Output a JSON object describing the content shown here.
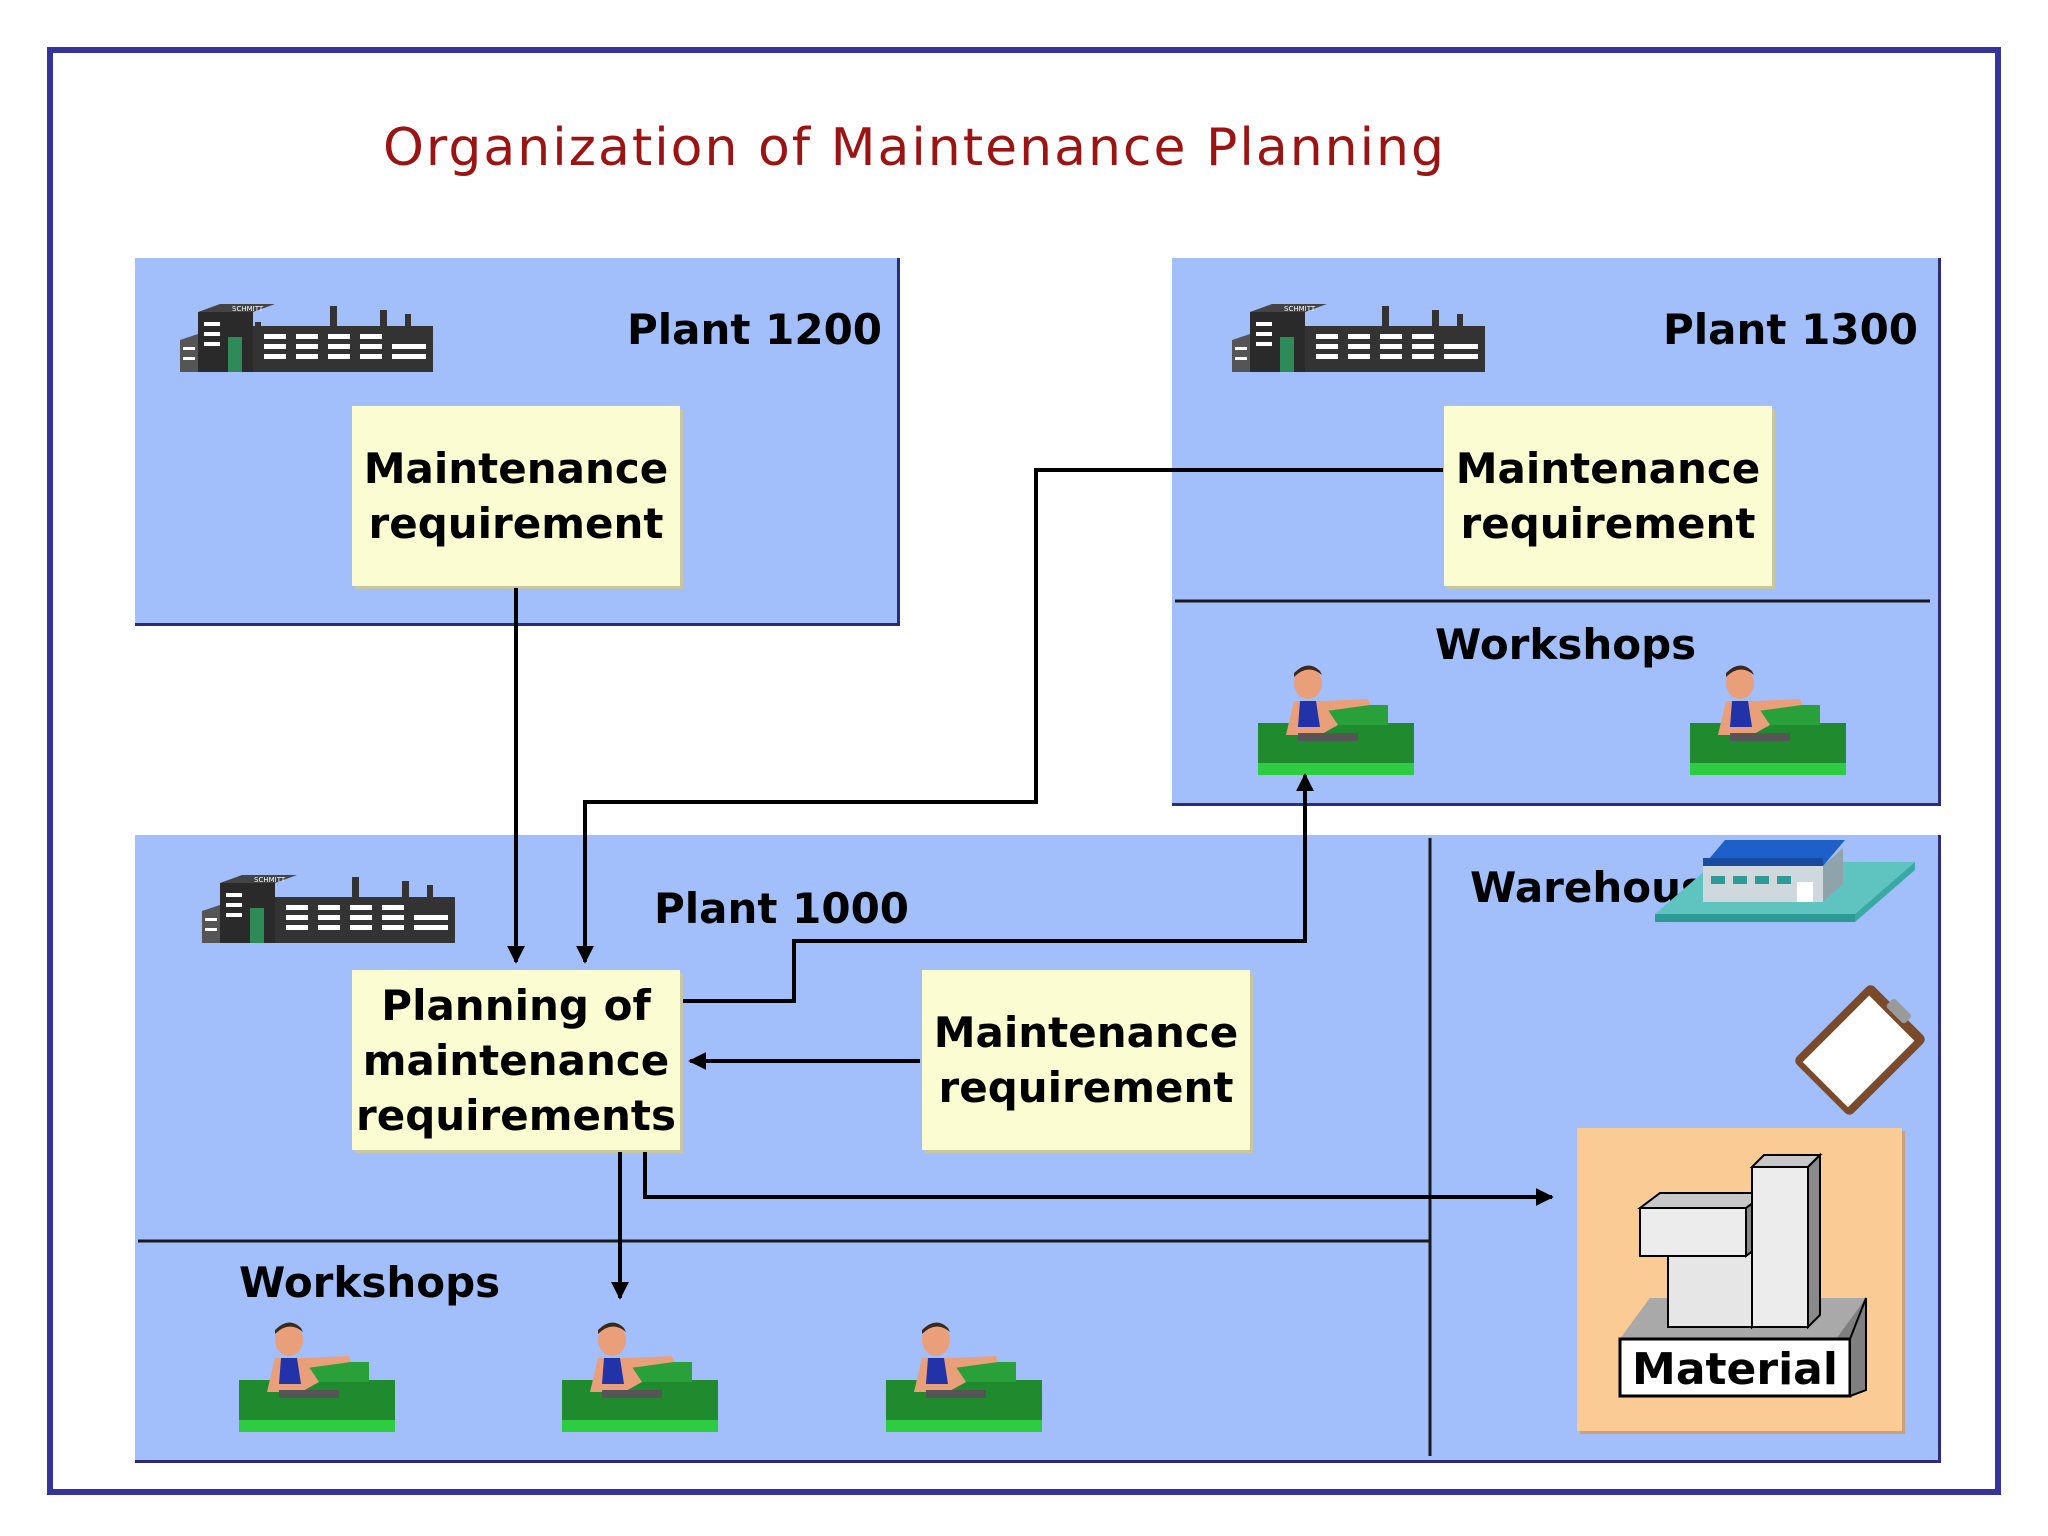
{
  "title": "Organization of Maintenance Planning",
  "plants": {
    "p1200": {
      "name": "Plant 1200",
      "requirement": [
        "Maintenance",
        "requirement"
      ]
    },
    "p1300": {
      "name": "Plant 1300",
      "requirement": [
        "Maintenance",
        "requirement"
      ],
      "workshops": "Workshops"
    },
    "p1000": {
      "name": "Plant 1000",
      "planning": [
        "Planning of",
        "maintenance",
        "requirements"
      ],
      "requirement": [
        "Maintenance",
        "requirement"
      ],
      "workshops": "Workshops"
    }
  },
  "warehouse": {
    "label": "Warehouse",
    "material": "Material"
  },
  "factory_sign": "SCHMITT",
  "colors": {
    "plant_area": "#a2bffc",
    "requirement_box": "#fcfcd2",
    "material_box": "#fbcb96",
    "title": "#9b1313",
    "frame": "#34349a"
  }
}
